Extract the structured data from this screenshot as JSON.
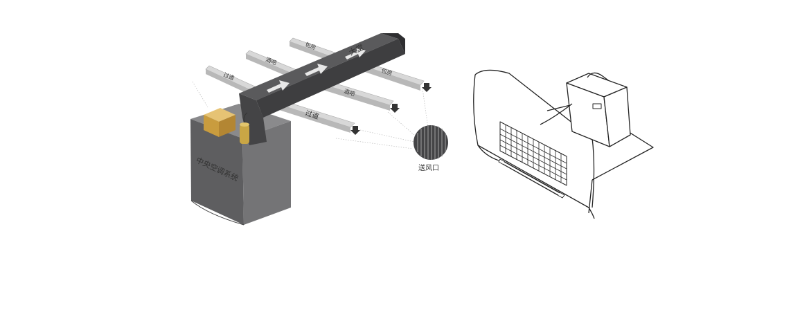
{
  "labels": {
    "unit": "中央空调系统",
    "hall": "大堂",
    "box_room_1": "包房",
    "box_room_2": "包房",
    "bar_1": "酒吧",
    "bar_2": "酒吧",
    "corridor_1": "过道",
    "corridor_2": "过道",
    "air_outlet": "送风口"
  },
  "colors": {
    "unit_body": "#5a5a5c",
    "main_duct": "#4a4a4c",
    "branch_duct": "#c9c9c9",
    "box": "#d4a94a",
    "cylinder": "#c9a645",
    "line_art": "#222222"
  },
  "icons": {
    "arrow": "arrow-icon",
    "down_arrow": "down-arrow-icon"
  }
}
